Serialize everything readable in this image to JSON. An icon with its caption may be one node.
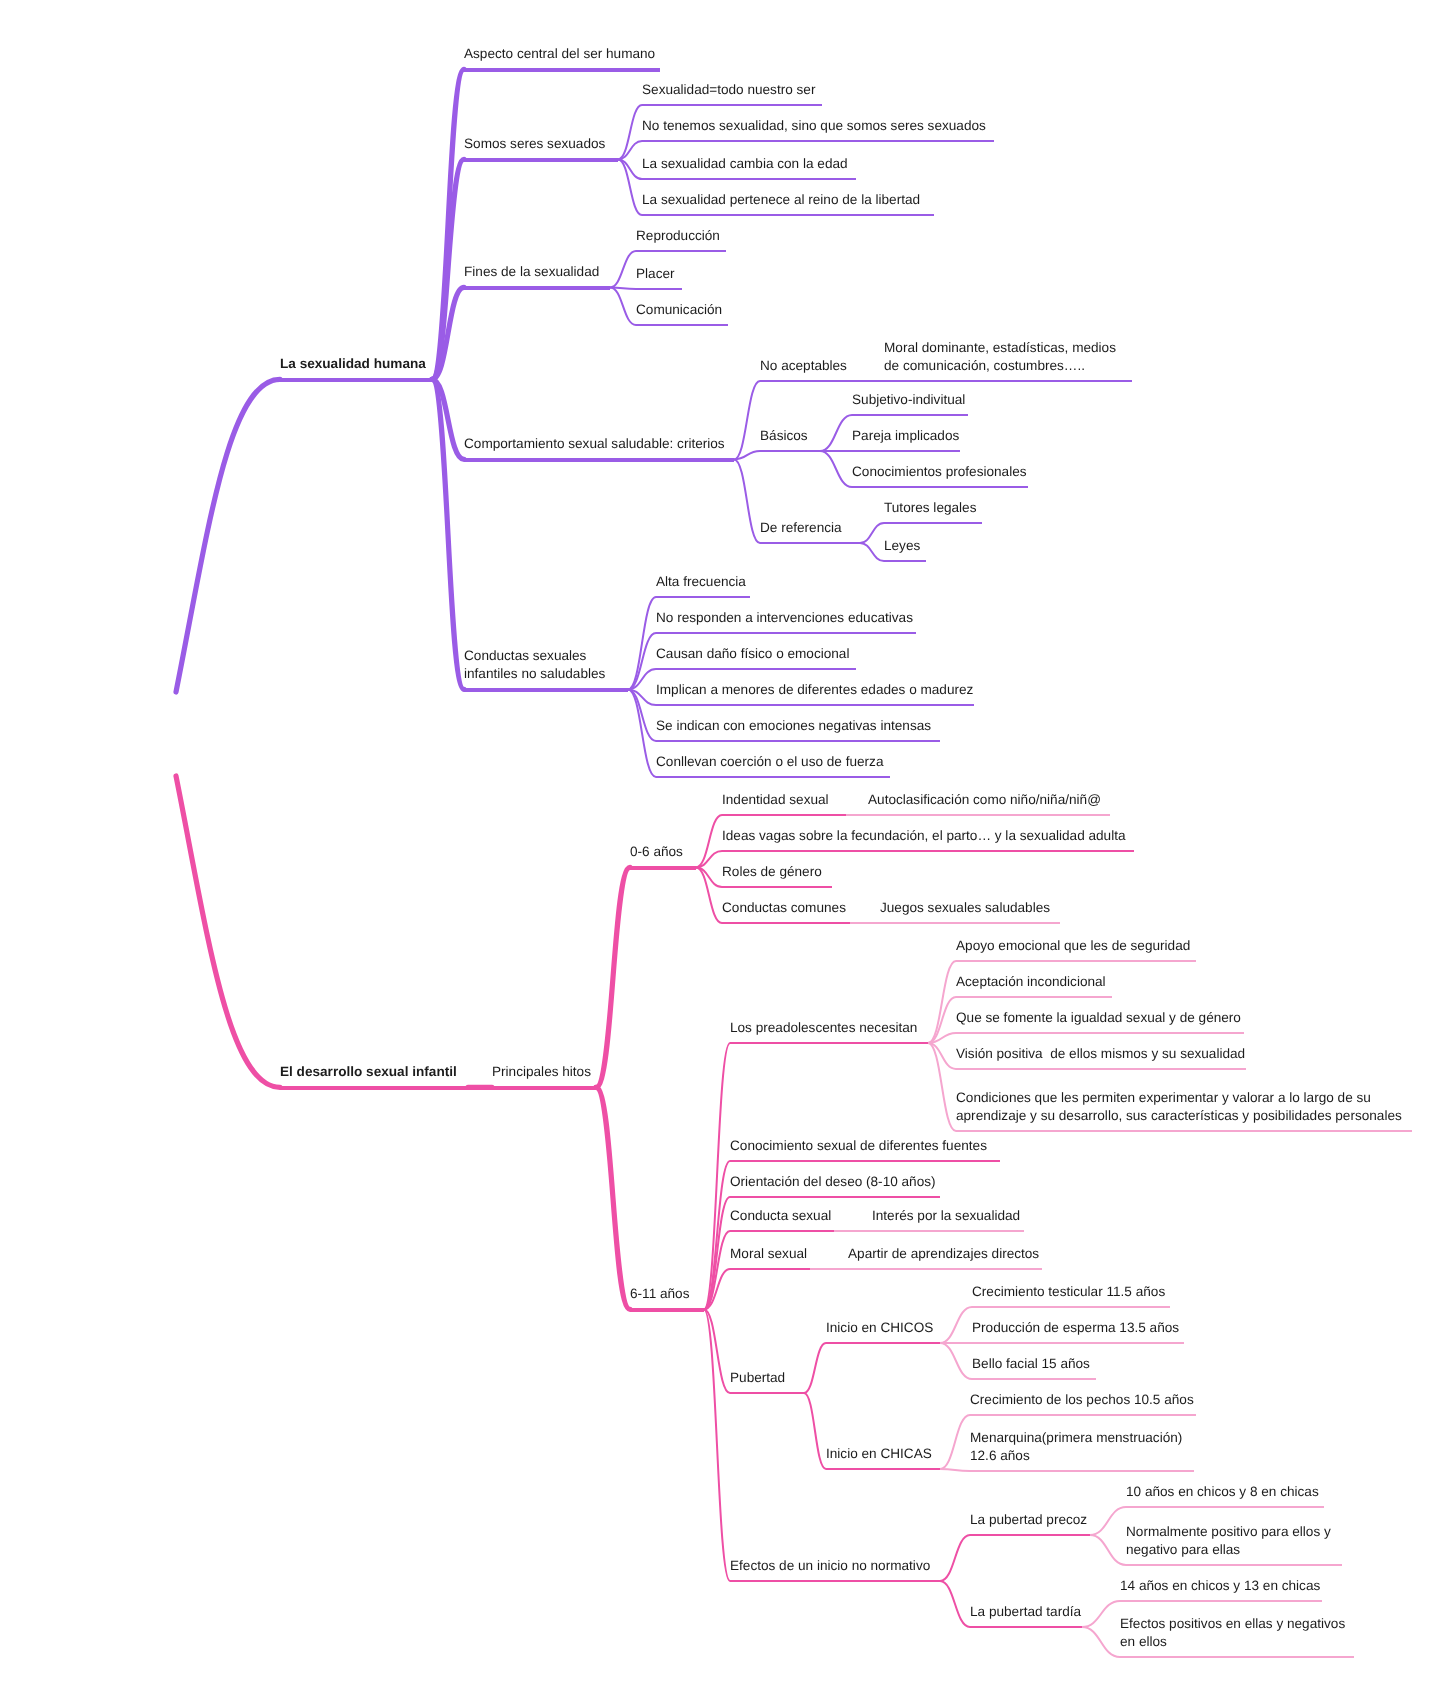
{
  "diagram": {
    "nodes": [
      {
        "text": [
          "La sexualidad humana"
        ]
      },
      {
        "text": [
          "Aspecto central del ser humano"
        ]
      },
      {
        "text": [
          "Somos seres sexuados"
        ]
      },
      {
        "text": [
          "Sexualidad=todo nuestro ser"
        ]
      },
      {
        "text": [
          "No tenemos sexualidad, sino que somos seres sexuados"
        ]
      },
      {
        "text": [
          "La sexualidad cambia con la edad"
        ]
      },
      {
        "text": [
          "La sexualidad pertenece al reino de la libertad"
        ]
      },
      {
        "text": [
          "Fines de la sexualidad"
        ]
      },
      {
        "text": [
          "Reproducción"
        ]
      },
      {
        "text": [
          "Placer"
        ]
      },
      {
        "text": [
          "Comunicación"
        ]
      },
      {
        "text": [
          "Comportamiento sexual saludable: criterios"
        ]
      },
      {
        "text": [
          "No aceptables"
        ]
      },
      {
        "text": [
          "Moral dominante, estadísticas, medios de comunicación, costumbres….."
        ]
      },
      {
        "text": [
          "Básicos"
        ]
      },
      {
        "text": [
          "Subjetivo-indivitual"
        ]
      },
      {
        "text": [
          "Pareja implicados"
        ]
      },
      {
        "text": [
          "Conocimientos profesionales"
        ]
      },
      {
        "text": [
          "De referencia"
        ]
      },
      {
        "text": [
          "Tutores legales"
        ]
      },
      {
        "text": [
          "Leyes"
        ]
      },
      {
        "text": [
          "Conductas sexuales infantiles no saludables"
        ]
      },
      {
        "text": [
          "Alta frecuencia"
        ]
      },
      {
        "text": [
          "No responden a intervenciones educativas"
        ]
      },
      {
        "text": [
          "Causan daño físico o emocional"
        ]
      },
      {
        "text": [
          "Implican a menores de diferentes edades o madurez"
        ]
      },
      {
        "text": [
          "Se indican con emociones negativas intensas"
        ]
      },
      {
        "text": [
          "Conllevan coerción o el uso de fuerza"
        ]
      },
      {
        "text": [
          "El desarrollo sexual infantil"
        ]
      },
      {
        "text": [
          "Principales hitos"
        ]
      },
      {
        "text": [
          "0-6 años"
        ]
      },
      {
        "text": [
          "Indentidad sexual"
        ]
      },
      {
        "text": [
          "Autoclasificación como niño/niña/niñ@"
        ]
      },
      {
        "text": [
          "Ideas vagas sobre la fecundación, el parto… y la sexualidad adulta"
        ]
      },
      {
        "text": [
          "Roles de género"
        ]
      },
      {
        "text": [
          "Conductas comunes"
        ]
      },
      {
        "text": [
          "Juegos sexuales saludables"
        ]
      },
      {
        "text": [
          "6-11 años"
        ]
      },
      {
        "text": [
          "Los preadolescentes necesitan"
        ]
      },
      {
        "text": [
          "Apoyo emocional que les de seguridad"
        ]
      },
      {
        "text": [
          "Aceptación incondicional"
        ]
      },
      {
        "text": [
          "Que se fomente la igualdad sexual y de género"
        ]
      },
      {
        "text": [
          "Visión positiva  de ellos mismos y su sexualidad"
        ]
      },
      {
        "text": [
          "Condiciones que les permiten experimentar y valorar a lo largo de su aprendizaje y su desarrollo, sus características y posibilidades personales"
        ]
      },
      {
        "text": [
          "Conocimiento sexual de diferentes fuentes"
        ]
      },
      {
        "text": [
          "Orientación del deseo (8-10 años)"
        ]
      },
      {
        "text": [
          "Conducta sexual"
        ]
      },
      {
        "text": [
          "Interés por la sexualidad"
        ]
      },
      {
        "text": [
          "Moral sexual"
        ]
      },
      {
        "text": [
          "Apartir de aprendizajes directos"
        ]
      },
      {
        "text": [
          "Pubertad"
        ]
      },
      {
        "text": [
          "Inicio en CHICOS"
        ]
      },
      {
        "text": [
          "Crecimiento testicular 11.5 años"
        ]
      },
      {
        "text": [
          "Producción de esperma 13.5 años"
        ]
      },
      {
        "text": [
          "Bello facial 15 años"
        ]
      },
      {
        "text": [
          "Inicio en CHICAS"
        ]
      },
      {
        "text": [
          "Crecimiento de los pechos 10.5 años"
        ]
      },
      {
        "text": [
          "Menarquina(primera menstruación) 12.6 años"
        ]
      },
      {
        "text": [
          "Efectos de un inicio no normativo"
        ]
      },
      {
        "text": [
          "La pubertad precoz"
        ]
      },
      {
        "text": [
          "10 años en chicos y 8 en chicas"
        ]
      },
      {
        "text": [
          "Normalmente positivo para ellos y negativo para ellas"
        ]
      },
      {
        "text": [
          "La pubertad tardía"
        ]
      },
      {
        "text": [
          "14 años en chicos y 13 en chicas"
        ]
      },
      {
        "text": [
          "Efectos positivos en ellas y negativos en ellos"
        ]
      }
    ],
    "edges": [
      {
        "from": null,
        "to": 0,
        "arrow": "none",
        "style": "thick"
      },
      {
        "from": 0,
        "to": 1,
        "arrow": "none",
        "style": "thick"
      },
      {
        "from": 0,
        "to": 2,
        "arrow": "none",
        "style": "thick"
      },
      {
        "from": 2,
        "to": 3,
        "arrow": "none"
      },
      {
        "from": 2,
        "to": 4,
        "arrow": "none"
      },
      {
        "from": 2,
        "to": 5,
        "arrow": "none"
      },
      {
        "from": 2,
        "to": 6,
        "arrow": "none"
      },
      {
        "from": 0,
        "to": 7,
        "arrow": "none",
        "style": "thick"
      },
      {
        "from": 7,
        "to": 8,
        "arrow": "none"
      },
      {
        "from": 7,
        "to": 9,
        "arrow": "none"
      },
      {
        "from": 7,
        "to": 10,
        "arrow": "none"
      },
      {
        "from": 0,
        "to": 11,
        "arrow": "none",
        "style": "thick"
      },
      {
        "from": 11,
        "to": 12,
        "arrow": "none"
      },
      {
        "from": 12,
        "to": 13,
        "arrow": "none"
      },
      {
        "from": 11,
        "to": 14,
        "arrow": "none"
      },
      {
        "from": 14,
        "to": 15,
        "arrow": "none"
      },
      {
        "from": 14,
        "to": 16,
        "arrow": "none"
      },
      {
        "from": 14,
        "to": 17,
        "arrow": "none"
      },
      {
        "from": 11,
        "to": 18,
        "arrow": "none"
      },
      {
        "from": 18,
        "to": 19,
        "arrow": "none"
      },
      {
        "from": 18,
        "to": 20,
        "arrow": "none"
      },
      {
        "from": 0,
        "to": 21,
        "arrow": "none",
        "style": "thick"
      },
      {
        "from": 21,
        "to": 22,
        "arrow": "none"
      },
      {
        "from": 21,
        "to": 23,
        "arrow": "none"
      },
      {
        "from": 21,
        "to": 24,
        "arrow": "none"
      },
      {
        "from": 21,
        "to": 25,
        "arrow": "none"
      },
      {
        "from": 21,
        "to": 26,
        "arrow": "none"
      },
      {
        "from": 21,
        "to": 27,
        "arrow": "none"
      },
      {
        "from": null,
        "to": 28,
        "arrow": "none",
        "style": "thick",
        "color": "#ee4fa5"
      },
      {
        "from": 28,
        "to": 29,
        "arrow": "none",
        "style": "thick",
        "color": "#ee4fa5"
      },
      {
        "from": 29,
        "to": 30,
        "arrow": "none",
        "style": "thick",
        "color": "#ee4fa5"
      },
      {
        "from": 30,
        "to": 31,
        "arrow": "none",
        "color": "#ee4fa5"
      },
      {
        "from": 31,
        "to": 32,
        "arrow": "none",
        "color": "#f5a6cf"
      },
      {
        "from": 30,
        "to": 33,
        "arrow": "none",
        "color": "#ee4fa5"
      },
      {
        "from": 30,
        "to": 34,
        "arrow": "none",
        "color": "#ee4fa5"
      },
      {
        "from": 30,
        "to": 35,
        "arrow": "none",
        "color": "#ee4fa5"
      },
      {
        "from": 35,
        "to": 36,
        "arrow": "none",
        "color": "#f5a6cf"
      },
      {
        "from": 29,
        "to": 37,
        "arrow": "none",
        "style": "thick",
        "color": "#ee4fa5"
      },
      {
        "from": 37,
        "to": 38,
        "arrow": "none",
        "color": "#ee4fa5"
      },
      {
        "from": 38,
        "to": 39,
        "arrow": "none",
        "color": "#f5a6cf"
      },
      {
        "from": 38,
        "to": 40,
        "arrow": "none",
        "color": "#f5a6cf"
      },
      {
        "from": 38,
        "to": 41,
        "arrow": "none",
        "color": "#f5a6cf"
      },
      {
        "from": 38,
        "to": 42,
        "arrow": "none",
        "color": "#f5a6cf"
      },
      {
        "from": 38,
        "to": 43,
        "arrow": "none",
        "color": "#f5a6cf"
      },
      {
        "from": 37,
        "to": 44,
        "arrow": "none",
        "color": "#ee4fa5"
      },
      {
        "from": 37,
        "to": 45,
        "arrow": "none",
        "color": "#ee4fa5"
      },
      {
        "from": 37,
        "to": 46,
        "arrow": "none",
        "color": "#ee4fa5"
      },
      {
        "from": 46,
        "to": 47,
        "arrow": "none",
        "color": "#f5a6cf"
      },
      {
        "from": 37,
        "to": 48,
        "arrow": "none",
        "color": "#ee4fa5"
      },
      {
        "from": 48,
        "to": 49,
        "arrow": "none",
        "color": "#f5a6cf"
      },
      {
        "from": 37,
        "to": 50,
        "arrow": "none",
        "color": "#ee4fa5"
      },
      {
        "from": 50,
        "to": 51,
        "arrow": "none",
        "color": "#ee4fa5"
      },
      {
        "from": 51,
        "to": 52,
        "arrow": "none",
        "color": "#f5a6cf"
      },
      {
        "from": 51,
        "to": 53,
        "arrow": "none",
        "color": "#f5a6cf"
      },
      {
        "from": 51,
        "to": 54,
        "arrow": "none",
        "color": "#f5a6cf"
      },
      {
        "from": 50,
        "to": 55,
        "arrow": "none",
        "color": "#ee4fa5"
      },
      {
        "from": 55,
        "to": 56,
        "arrow": "none",
        "color": "#f5a6cf"
      },
      {
        "from": 55,
        "to": 57,
        "arrow": "none",
        "color": "#f5a6cf"
      },
      {
        "from": 37,
        "to": 58,
        "arrow": "none",
        "color": "#ee4fa5"
      },
      {
        "from": 58,
        "to": 59,
        "arrow": "none",
        "color": "#ee4fa5"
      },
      {
        "from": 59,
        "to": 60,
        "arrow": "none",
        "color": "#f5a6cf"
      },
      {
        "from": 59,
        "to": 61,
        "arrow": "none",
        "color": "#f5a6cf"
      },
      {
        "from": 58,
        "to": 62,
        "arrow": "none",
        "color": "#ee4fa5"
      },
      {
        "from": 62,
        "to": 63,
        "arrow": "none",
        "color": "#f5a6cf"
      },
      {
        "from": 62,
        "to": 64,
        "arrow": "none",
        "color": "#f5a6cf"
      }
    ]
  }
}
